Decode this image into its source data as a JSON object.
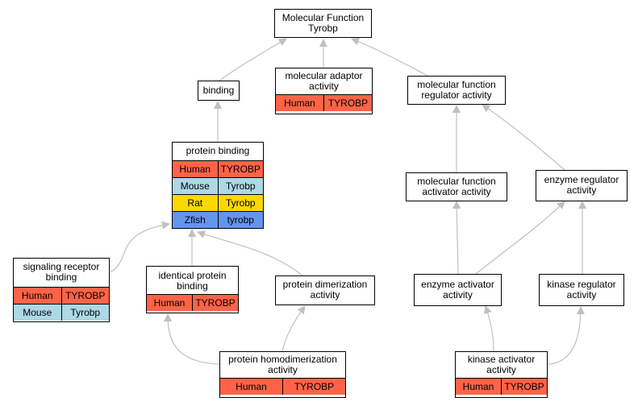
{
  "nodes": {
    "root": {
      "label": "Molecular Function\nTyrobp"
    },
    "binding": {
      "label": "binding"
    },
    "adaptor": {
      "label": "molecular adaptor\nactivity",
      "rows": [
        {
          "species": "Human",
          "gene": "TYROBP"
        }
      ]
    },
    "regulator": {
      "label": "molecular function\nregulator activity"
    },
    "protein_binding": {
      "label": "protein binding",
      "rows": [
        {
          "species": "Human",
          "gene": "TYROBP"
        },
        {
          "species": "Mouse",
          "gene": "Tyrobp"
        },
        {
          "species": "Rat",
          "gene": "Tyrobp"
        },
        {
          "species": "Zfish",
          "gene": "tyrobp"
        }
      ]
    },
    "activator": {
      "label": "molecular function\nactivator activity"
    },
    "enzyme_regulator": {
      "label": "enzyme regulator\nactivity"
    },
    "signaling": {
      "label": "signaling receptor\nbinding",
      "rows": [
        {
          "species": "Human",
          "gene": "TYROBP"
        },
        {
          "species": "Mouse",
          "gene": "Tyrobp"
        }
      ]
    },
    "identical": {
      "label": "identical protein\nbinding",
      "rows": [
        {
          "species": "Human",
          "gene": "TYROBP"
        }
      ]
    },
    "dimerization": {
      "label": "protein dimerization\nactivity"
    },
    "enzyme_activator": {
      "label": "enzyme activator\nactivity"
    },
    "kinase_regulator": {
      "label": "kinase regulator\nactivity"
    },
    "homodimerization": {
      "label": "protein homodimerization\nactivity",
      "rows": [
        {
          "species": "Human",
          "gene": "TYROBP"
        }
      ]
    },
    "kinase_activator": {
      "label": "kinase activator\nactivity",
      "rows": [
        {
          "species": "Human",
          "gene": "TYROBP"
        }
      ]
    }
  },
  "species_colors": {
    "Human": "#ff6347",
    "Mouse": "#add8e6",
    "Rat": "#ffd700",
    "Zfish": "#6495ed"
  },
  "edge_color": "#c0c0c0"
}
